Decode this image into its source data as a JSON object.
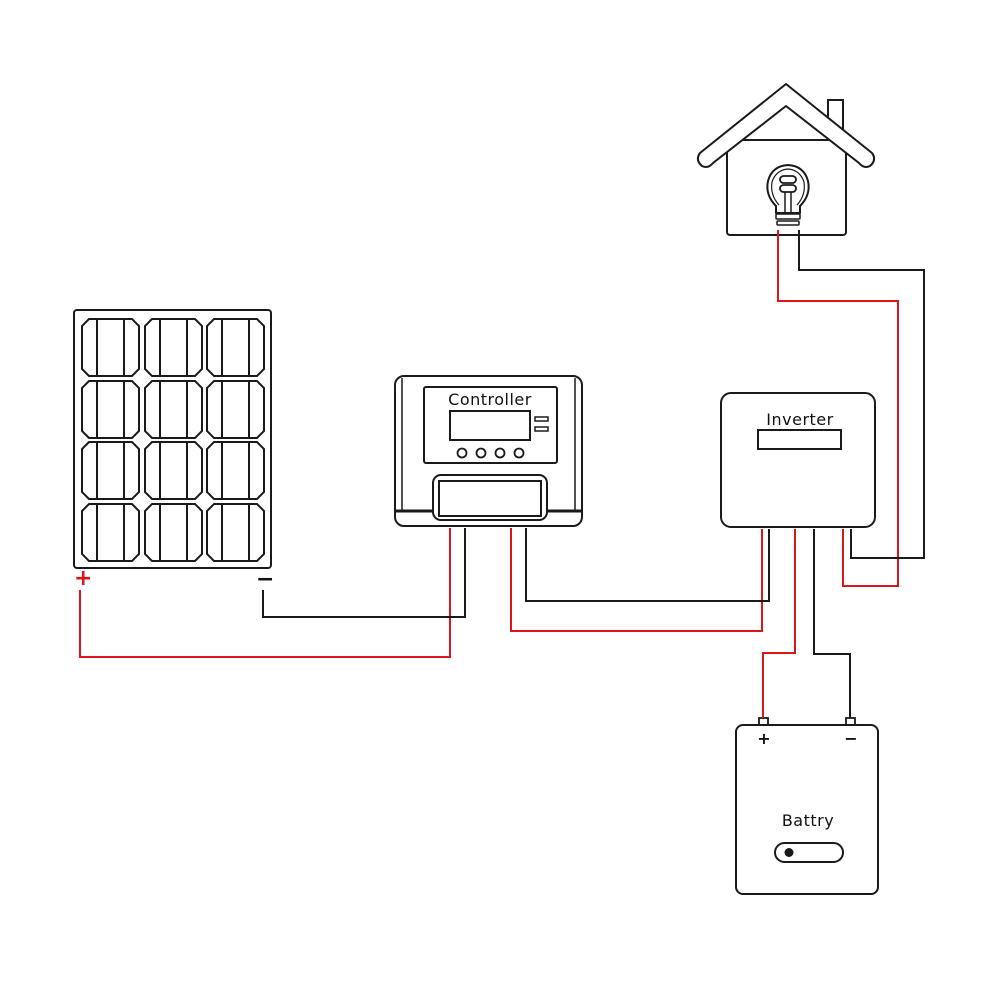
{
  "labels": {
    "controller": "Controller",
    "inverter": "Inverter",
    "battery": "Battry",
    "panel_plus": "+",
    "panel_minus": "−",
    "battery_plus": "+",
    "battery_minus": "−"
  },
  "colors": {
    "positive_wire": "#d9161c",
    "negative_wire": "#1a1a1a",
    "outline": "#1a1a1a"
  }
}
